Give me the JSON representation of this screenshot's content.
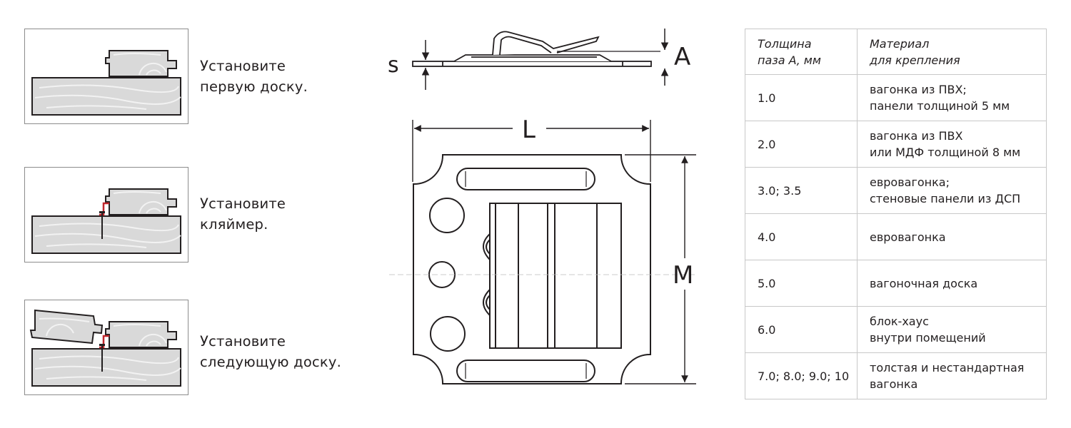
{
  "steps": [
    {
      "line1": "Установите",
      "line2": "первую доску."
    },
    {
      "line1": "Установите",
      "line2": "кляймер."
    },
    {
      "line1": "Установите",
      "line2": "следующую доску."
    }
  ],
  "dimensions": {
    "s": "s",
    "a": "A",
    "l": "L",
    "m": "M"
  },
  "table": {
    "header": {
      "col1_line1": "Толщина",
      "col1_line2": "паза А, мм",
      "col2_line1": "Материал",
      "col2_line2": "для крепления"
    },
    "rows": [
      {
        "thickness": "1.0",
        "material_line1": "вагонка из ПВХ;",
        "material_line2": "панели толщиной 5 мм"
      },
      {
        "thickness": "2.0",
        "material_line1": "вагонка из ПВХ",
        "material_line2": "или МДФ толщиной 8 мм"
      },
      {
        "thickness": "3.0; 3.5",
        "material_line1": "евровагонка;",
        "material_line2": "стеновые панели из ДСП"
      },
      {
        "thickness": "4.0",
        "material_line1": "евровагонка",
        "material_line2": ""
      },
      {
        "thickness": "5.0",
        "material_line1": "вагоночная доска",
        "material_line2": ""
      },
      {
        "thickness": "6.0",
        "material_line1": "блок-хаус",
        "material_line2": "внутри помещений"
      },
      {
        "thickness": "7.0; 8.0; 9.0; 10",
        "material_line1": "толстая и нестандартная",
        "material_line2": "вагонка"
      }
    ]
  },
  "colors": {
    "line": "#231f20",
    "board_fill": "#d9d9d9",
    "wood_grain": "#f2f2f2",
    "clip": "#c1272d",
    "border": "#c8c8c8"
  }
}
